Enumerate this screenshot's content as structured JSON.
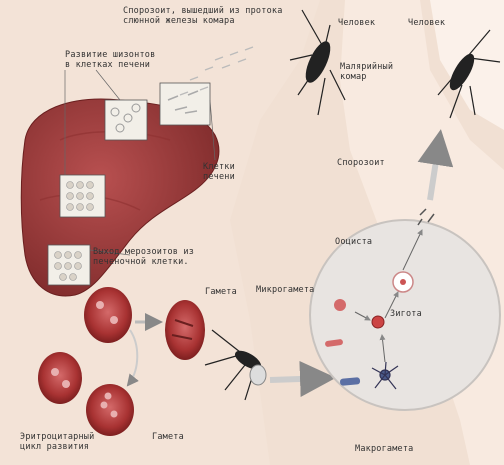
{
  "labels": {
    "sporozoite_gland": [
      "Спорозоит, вышедший из протока",
      "слюнной железы комара"
    ],
    "human_left": "Человек",
    "human_right": "Человек",
    "malaria_mosquito": [
      "Малярийный",
      "комар"
    ],
    "schizont_development": [
      "Развитие шизонтов",
      "в клетках печени"
    ],
    "liver_cells": [
      "Клетки",
      "печени"
    ],
    "sporozoite": "Спорозоит",
    "merozoite_exit": [
      "Выход мерозоитов из",
      "печеночной клетки."
    ],
    "oocyst": "Ооциста",
    "gamete_top": "Гамета",
    "microgamete": "Микрогамета",
    "zygote": "Зигота",
    "erythrocyte_cycle": [
      "Эритроцитарный",
      "цикл развития"
    ],
    "gamete_bottom": "Гамета",
    "macrogamete": "Макрогамета"
  },
  "colors": {
    "background": "#f3e4d8",
    "skin": "#f6e6dc",
    "liver": "#a13a3a",
    "liver_dark": "#7a2424",
    "rbc": "#b23a3a",
    "circle_bg": "#e9e4e0",
    "label_text": "#333333",
    "arrow": "#c9c9c9"
  }
}
